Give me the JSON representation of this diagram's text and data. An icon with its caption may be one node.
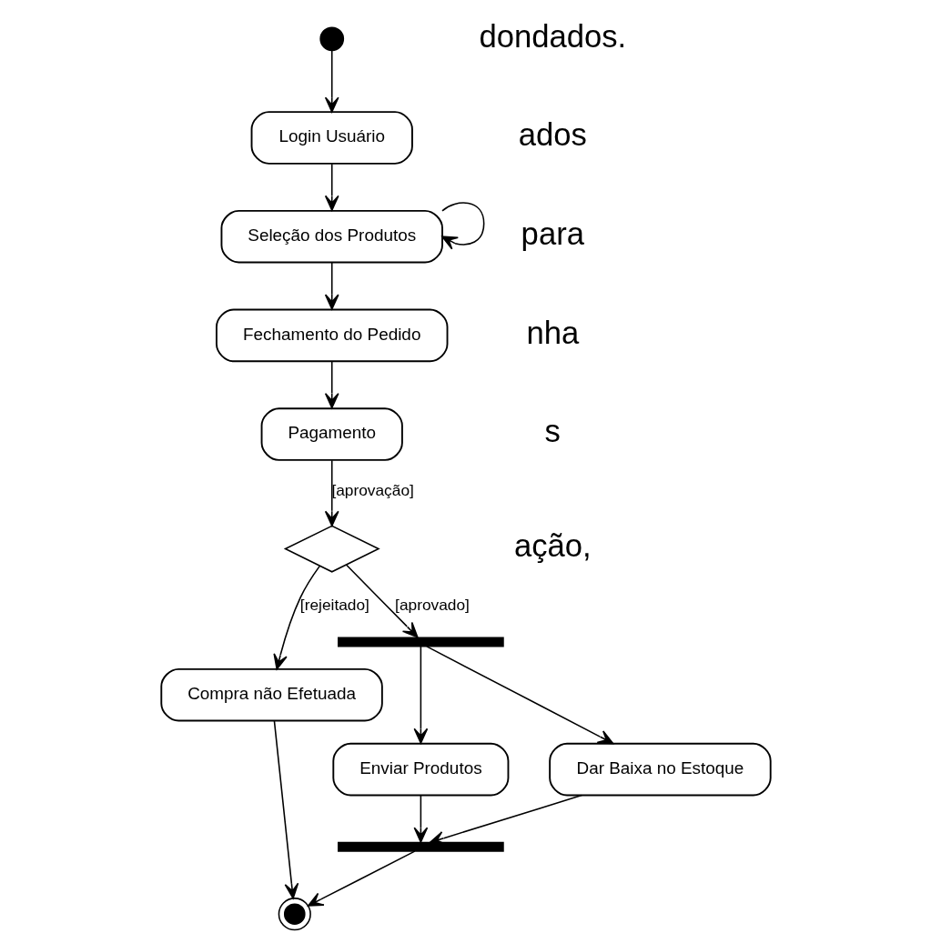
{
  "diagram": {
    "nodes": [
      {
        "text": [],
        "shape": "circle"
      },
      {
        "text": [
          "Login Usuário"
        ]
      },
      {
        "text": [
          "Seleção dos Produtos"
        ]
      },
      {
        "text": [
          "Fechamento do Pedido"
        ]
      },
      {
        "text": [
          "Pagamento"
        ]
      },
      {
        "text": [],
        "shape": "diamond"
      },
      {
        "text": [
          "Compra não Efetuada"
        ]
      },
      {
        "text": [],
        "shape": "bar"
      },
      {
        "text": [
          "Enviar Produtos"
        ]
      },
      {
        "text": [
          "Dar Baixa no Estoque"
        ]
      },
      {
        "text": [],
        "shape": "bar"
      },
      {
        "text": [],
        "shape": "circle"
      }
    ],
    "edges": [
      {
        "from": 0,
        "to": 1,
        "arrow": "to"
      },
      {
        "from": 1,
        "to": 2,
        "arrow": "to"
      },
      {
        "from": 2,
        "to": 2,
        "arrow": "to"
      },
      {
        "from": 2,
        "to": 3,
        "arrow": "to"
      },
      {
        "from": 3,
        "to": 4,
        "arrow": "to"
      },
      {
        "from": 4,
        "to": 5,
        "arrow": "to",
        "label": "[aprovação]"
      },
      {
        "from": 5,
        "to": 6,
        "arrow": "to",
        "label": "[rejeitado]"
      },
      {
        "from": 5,
        "to": 7,
        "arrow": "to",
        "label": "[aprovado]"
      },
      {
        "from": 7,
        "to": 8,
        "arrow": "to"
      },
      {
        "from": 7,
        "to": 9,
        "arrow": "to"
      },
      {
        "from": 8,
        "to": 10,
        "arrow": "to"
      },
      {
        "from": 9,
        "to": 10,
        "arrow": "to"
      },
      {
        "from": 10,
        "to": 11,
        "arrow": "to"
      },
      {
        "from": 6,
        "to": 11,
        "arrow": "to"
      }
    ],
    "labels": [
      "dondados.",
      "ados",
      "para",
      "nha",
      "s",
      "ação,"
    ]
  }
}
